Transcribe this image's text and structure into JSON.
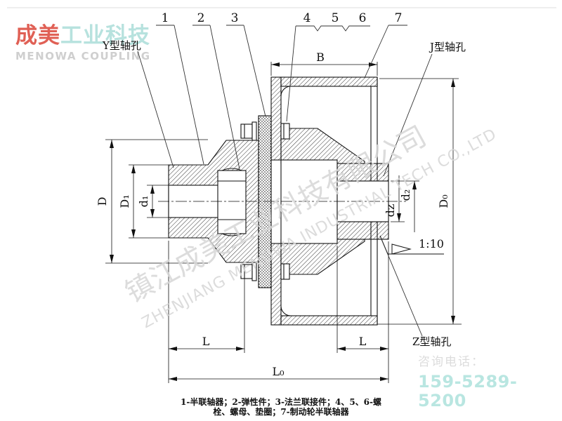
{
  "logo": {
    "brand_part1": "成美",
    "brand_part2": "工业科技",
    "brand_en": "MENOWA COUPLING",
    "color_red": "#e06055",
    "color_cyan": "#b7e2de",
    "color_gray": "#cfcfcf"
  },
  "watermark": {
    "line_cn": "镇江成美工业科技有限公司",
    "line_en": "ZHENJIANG MENOWA INDUSTRIAL TECH CO.,LTD",
    "color": "#d7d7d7"
  },
  "contact": {
    "label": "咨询电话：",
    "phone": "159-5289-5200",
    "phone_color": "#b9e6e1"
  },
  "caption": {
    "line1": "1-半联轴器；2-弹性件；3-法兰联接件；4、5、6-螺",
    "line2": "栓、螺母、垫圈；7-制动轮半联轴器"
  },
  "callouts": {
    "n1": "1",
    "n2": "2",
    "n3": "3",
    "n4": "4",
    "n5": "5",
    "n6": "6",
    "n7": "7"
  },
  "labels": {
    "hole_y": "Y型轴孔",
    "hole_j": "J型轴孔",
    "hole_z": "Z型轴孔",
    "taper": "1:10"
  },
  "dimensions": {
    "b": "B",
    "d": "D",
    "d1_cap": "D₁",
    "d1": "d₁",
    "d2": "d₂",
    "dz": "dz",
    "d0": "D₀",
    "l_left": "L",
    "l_right": "L",
    "l0": "L₀"
  }
}
